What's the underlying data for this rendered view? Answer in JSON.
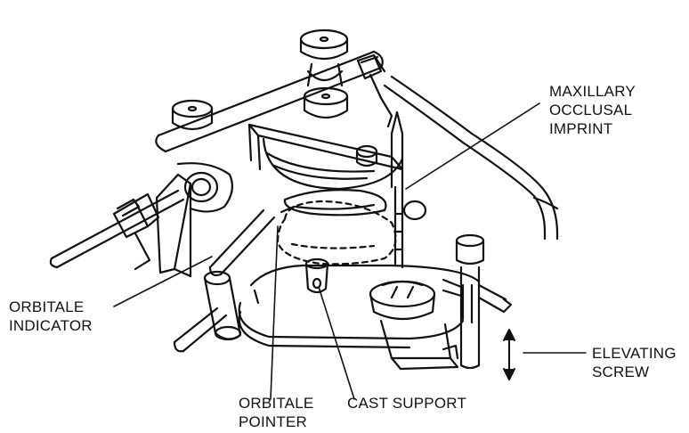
{
  "labels": {
    "maxillary_occlusal_imprint": [
      "MAXILLARY",
      "OCCLUSAL",
      "IMPRINT"
    ],
    "orbitale_indicator": [
      "ORBITALE",
      "INDICATOR"
    ],
    "orbitale_pointer": [
      "ORBITALE",
      "POINTER"
    ],
    "cast_support": [
      "CAST SUPPORT"
    ],
    "elevating_screw": [
      "ELEVATING",
      "SCREW"
    ]
  },
  "colors": {
    "ink": "#111111",
    "background": "#ffffff"
  }
}
